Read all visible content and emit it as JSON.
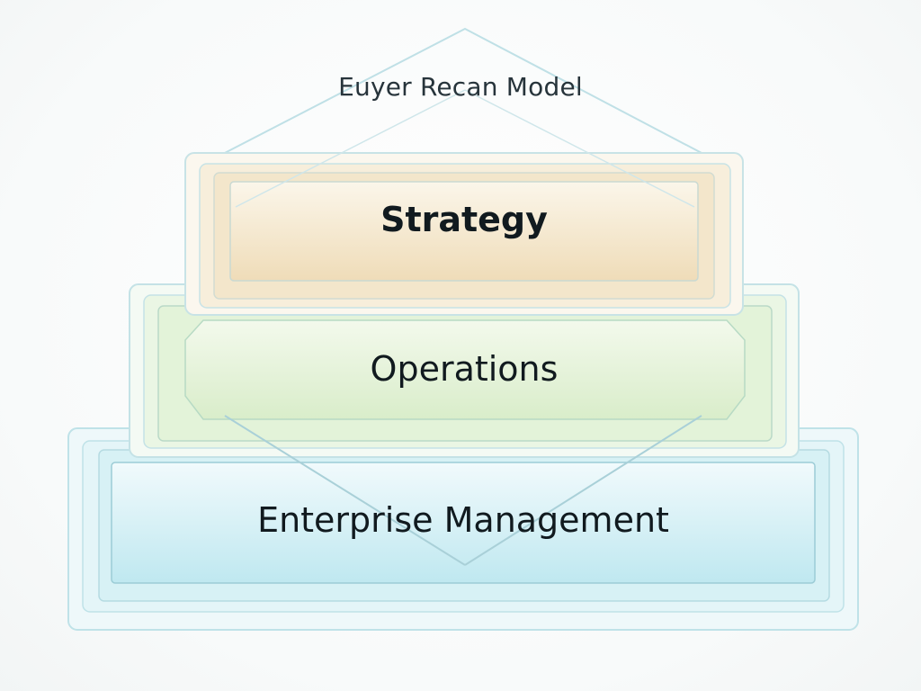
{
  "diagram": {
    "title": "Euyer Recan Model",
    "layers": [
      {
        "label": "Strategy",
        "color": "#f2e3c3"
      },
      {
        "label": "Operations",
        "color": "#dff0d2"
      },
      {
        "label": "Enterprise Management",
        "color": "#c8ebf1"
      }
    ],
    "colors": {
      "outline": "#a9d3dc",
      "text": "#111a1f"
    }
  }
}
